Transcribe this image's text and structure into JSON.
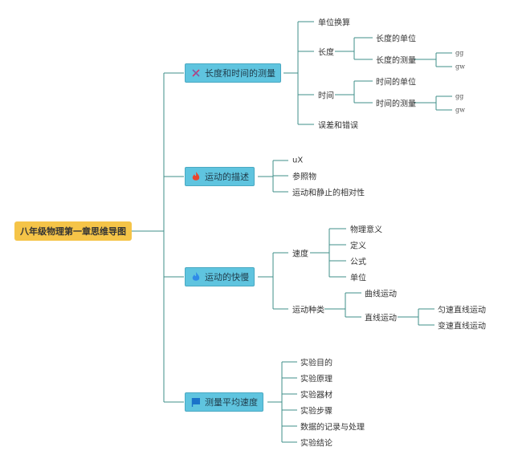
{
  "root": {
    "label": "八年级物理第一章思维导图"
  },
  "branches": [
    {
      "label": "长度和时间的测量",
      "icon": "tools-icon",
      "children": [
        {
          "label": "单位换算"
        },
        {
          "label": "长度",
          "children": [
            {
              "label": "长度的单位"
            },
            {
              "label": "长度的测量",
              "children": [
                {
                  "label": "gg"
                },
                {
                  "label": "gw"
                }
              ]
            }
          ]
        },
        {
          "label": "时间",
          "children": [
            {
              "label": "时间的单位"
            },
            {
              "label": "时间的测量",
              "children": [
                {
                  "label": "gg"
                },
                {
                  "label": "gw"
                }
              ]
            }
          ]
        },
        {
          "label": "误差和错误"
        }
      ]
    },
    {
      "label": "运动的描述",
      "icon": "flame-red-icon",
      "children": [
        {
          "label": "uX"
        },
        {
          "label": "参照物"
        },
        {
          "label": "运动和静止的相对性"
        }
      ]
    },
    {
      "label": "运动的快慢",
      "icon": "flame-blue-icon",
      "children": [
        {
          "label": "速度",
          "children": [
            {
              "label": "物理意义"
            },
            {
              "label": "定义"
            },
            {
              "label": "公式"
            },
            {
              "label": "单位"
            }
          ]
        },
        {
          "label": "运动种类",
          "children": [
            {
              "label": "曲线运动"
            },
            {
              "label": "直线运动",
              "children": [
                {
                  "label": "匀速直线运动"
                },
                {
                  "label": "变速直线运动"
                }
              ]
            }
          ]
        }
      ]
    },
    {
      "label": "测量平均速度",
      "icon": "flag-icon",
      "children": [
        {
          "label": "实验目的"
        },
        {
          "label": "实验原理"
        },
        {
          "label": "实验器材"
        },
        {
          "label": "实验步骤"
        },
        {
          "label": "数据的记录与处理"
        },
        {
          "label": "实验结论"
        }
      ]
    }
  ],
  "colors": {
    "line": "#3f8f8a",
    "root_fill": "#f5c448",
    "branch_fill": "#5fc4df"
  }
}
